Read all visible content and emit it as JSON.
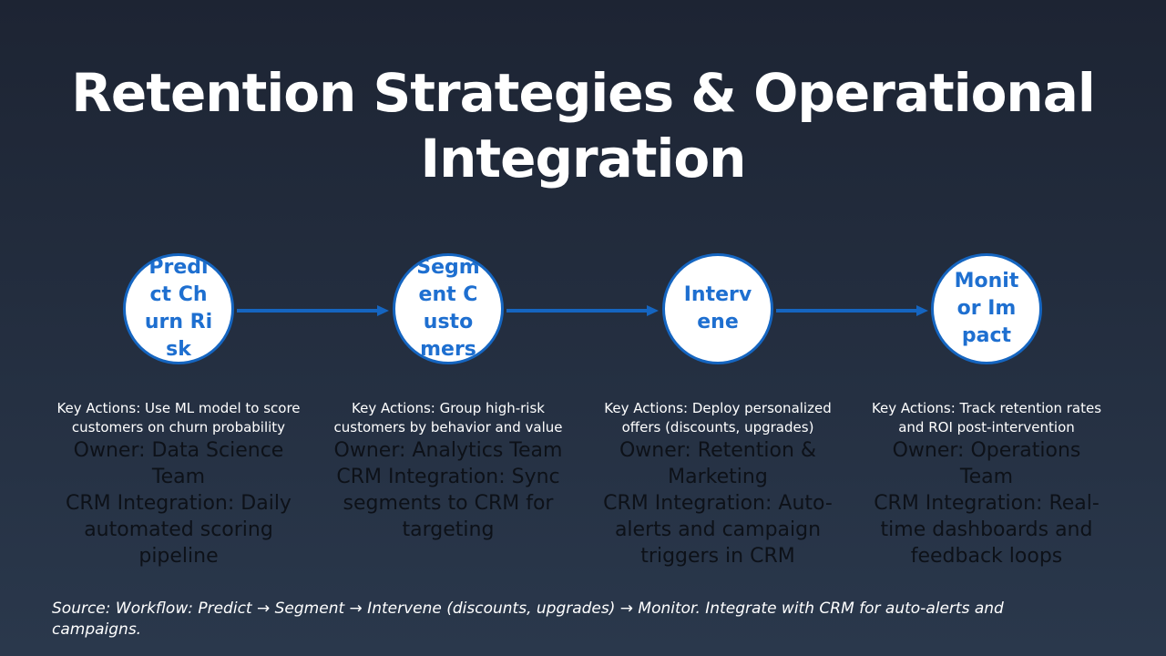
{
  "title": "Retention Strategies & Operational Integration",
  "steps": [
    {
      "label": "Predict Churn Risk",
      "key_actions": "Key Actions: Use ML model to score customers on churn probability",
      "owner": "Owner: Data Science Team",
      "crm": "CRM Integration: Daily automated scoring pipeline"
    },
    {
      "label": "Segment Customers",
      "key_actions": "Key Actions: Group high-risk customers by behavior and value",
      "owner": "Owner: Analytics Team",
      "crm": "CRM Integration: Sync segments to CRM for targeting"
    },
    {
      "label": "Intervene",
      "key_actions": "Key Actions: Deploy personalized offers (discounts, upgrades)",
      "owner": "Owner: Retention & Marketing",
      "crm": "CRM Integration: Auto-alerts and campaign triggers in CRM"
    },
    {
      "label": "Monitor Impact",
      "key_actions": "Key Actions: Track retention rates and ROI post-intervention",
      "owner": "Owner: Operations Team",
      "crm": "CRM Integration: Real-time dashboards and feedback loops"
    }
  ],
  "source": "Source: Workflow: Predict → Segment → Intervene (discounts, upgrades) → Monitor. Integrate with CRM for auto-alerts and campaigns.",
  "colors": {
    "accent": "#1565c0",
    "circle_text": "#1e6fd0",
    "background_top": "#1d2433",
    "background_bottom": "#2a384c"
  }
}
